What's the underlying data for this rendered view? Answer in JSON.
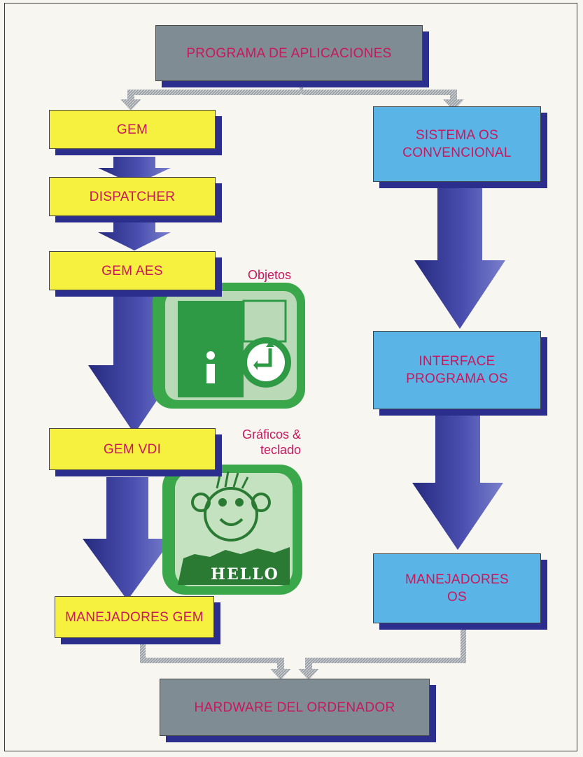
{
  "diagram": {
    "top_box": "PROGRAMA DE APLICACIONES",
    "bottom_box": "HARDWARE DEL ORDENADOR",
    "gem_chain": [
      "GEM",
      "DISPATCHER",
      "GEM AES",
      "GEM VDI",
      "MANEJADORES GEM"
    ],
    "os_chain": [
      [
        "SISTEMA OS",
        "CONVENCIONAL"
      ],
      [
        "INTERFACE",
        "PROGRAMA OS"
      ],
      [
        "MANEJADORES",
        "OS"
      ]
    ],
    "labels": {
      "objects": "Objetos",
      "graphics_line1": "Gráficos &",
      "graphics_line2": "teclado"
    },
    "screen_hello_text": "HELLO",
    "colors": {
      "gem_box": "#f6f03e",
      "os_box": "#5ab4e6",
      "end_box": "#7f8c93",
      "shadow": "#2b2e8c",
      "text": "#c8175c",
      "screen_green": "#3aa84a"
    }
  }
}
